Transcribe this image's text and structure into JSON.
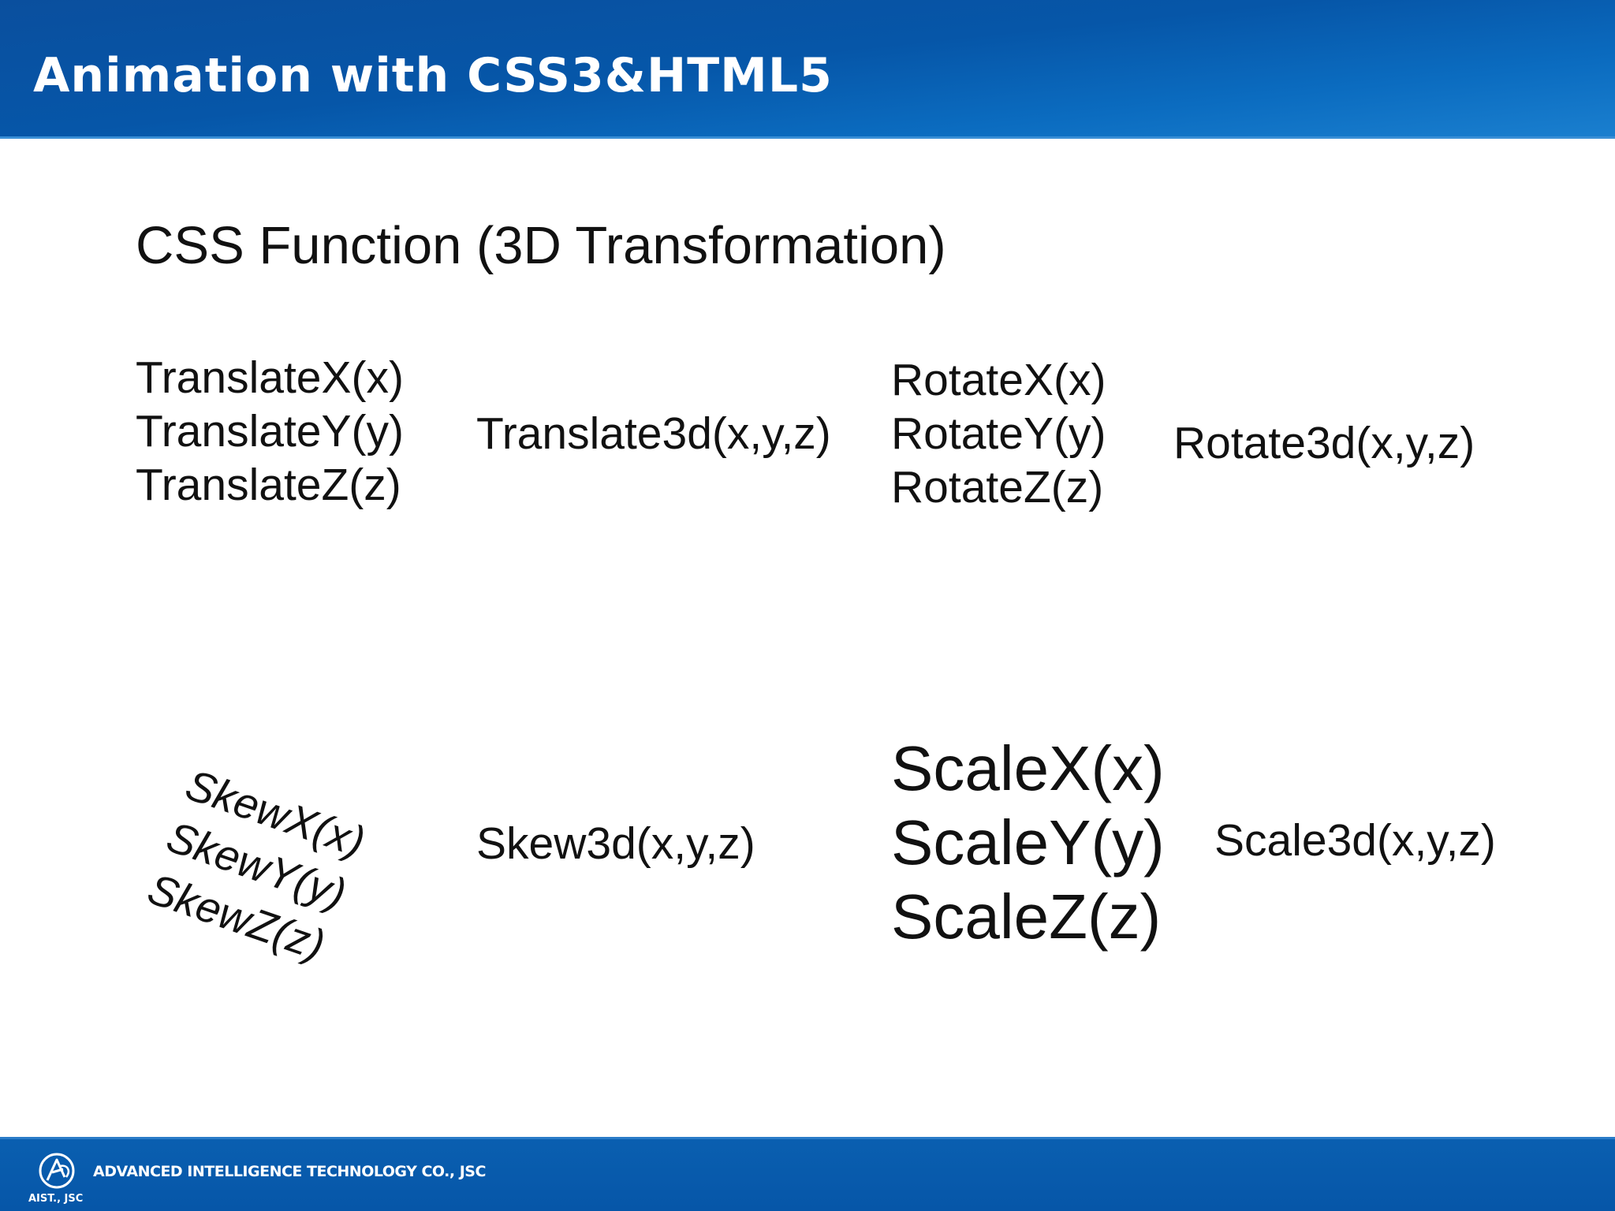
{
  "header": {
    "title": "Animation with CSS3&HTML5"
  },
  "content": {
    "heading": "CSS Function (3D Transformation)",
    "translate": {
      "items": [
        "TranslateX(x)",
        "TranslateY(y)",
        "TranslateZ(z)"
      ],
      "combined": "Translate3d(x,y,z)"
    },
    "rotate": {
      "items": [
        "RotateX(x)",
        "RotateY(y)",
        "RotateZ(z)"
      ],
      "combined": "Rotate3d(x,y,z)"
    },
    "skew": {
      "items": [
        "SkewX(x)",
        "SkewY(y)",
        "SkewZ(z)"
      ],
      "combined": "Skew3d(x,y,z)"
    },
    "scale": {
      "items": [
        "ScaleX(x)",
        "ScaleY(y)",
        "ScaleZ(z)"
      ],
      "combined": "Scale3d(x,y,z)"
    }
  },
  "footer": {
    "company": "ADVANCED INTELLIGENCE TECHNOLOGY CO., JSC",
    "abbrev": "AIST., JSC",
    "logo_icon": "aist-logo-icon"
  },
  "colors": {
    "header_bg": "#0656a8",
    "footer_bg": "#0656a8",
    "text": "#111111",
    "header_text": "#ffffff"
  }
}
